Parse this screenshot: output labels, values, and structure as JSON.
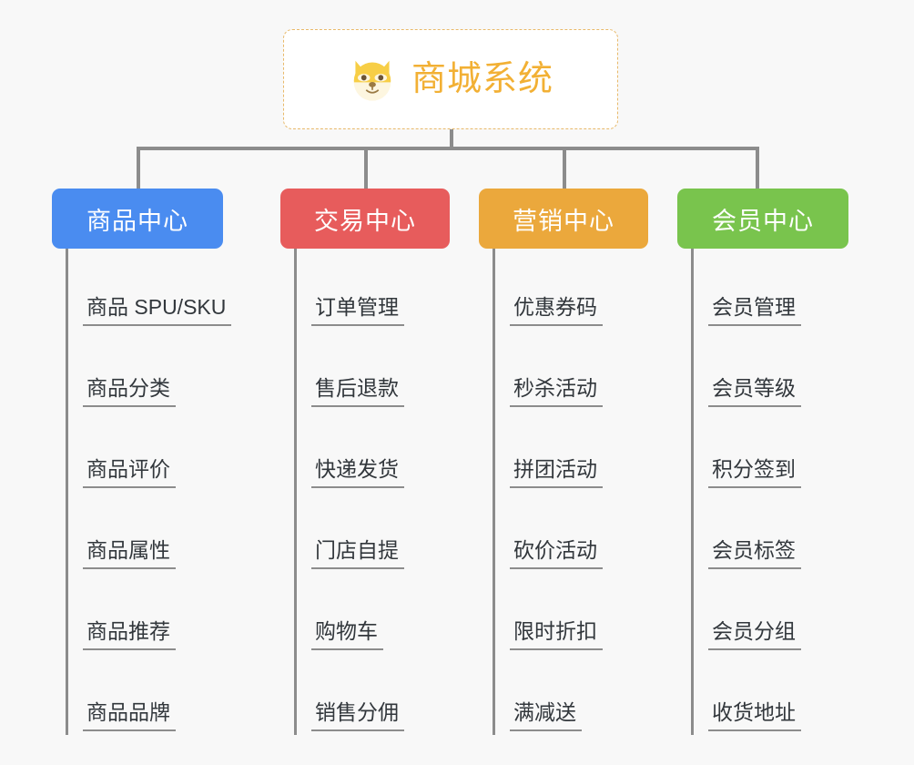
{
  "page": {
    "background_color": "#f8f8f8",
    "line_color": "#8c8c8c",
    "text_color": "#32373c"
  },
  "root": {
    "title": "商城系统",
    "icon": "dog-face-icon",
    "border_color": "#e8b96a",
    "text_color": "#f2b034",
    "background_color": "#ffffff"
  },
  "columns": [
    {
      "title": "商品中心",
      "color": "#4a8cf0",
      "items": [
        "商品 SPU/SKU",
        "商品分类",
        "商品评价",
        "商品属性",
        "商品推荐",
        "商品品牌"
      ]
    },
    {
      "title": "交易中心",
      "color": "#e75c5c",
      "items": [
        "订单管理",
        "售后退款",
        "快递发货",
        "门店自提",
        "购物车",
        "销售分佣"
      ]
    },
    {
      "title": "营销中心",
      "color": "#eba83c",
      "items": [
        "优惠券码",
        "秒杀活动",
        "拼团活动",
        "砍价活动",
        "限时折扣",
        "满减送"
      ]
    },
    {
      "title": "会员中心",
      "color": "#79c44d",
      "items": [
        "会员管理",
        "会员等级",
        "积分签到",
        "会员标签",
        "会员分组",
        "收货地址"
      ]
    }
  ]
}
